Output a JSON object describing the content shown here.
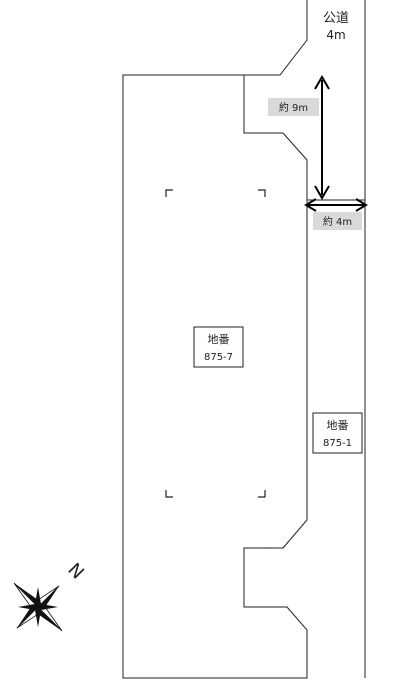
{
  "road": {
    "label_line1": "公道",
    "label_line2": "4m"
  },
  "dimensions": {
    "vertical": "約 9m",
    "horizontal": "約 4m"
  },
  "lots": {
    "main": {
      "label": "地番",
      "number": "875-7"
    },
    "side": {
      "label": "地番",
      "number": "875-1"
    }
  },
  "compass": {
    "north_letter": "N"
  }
}
